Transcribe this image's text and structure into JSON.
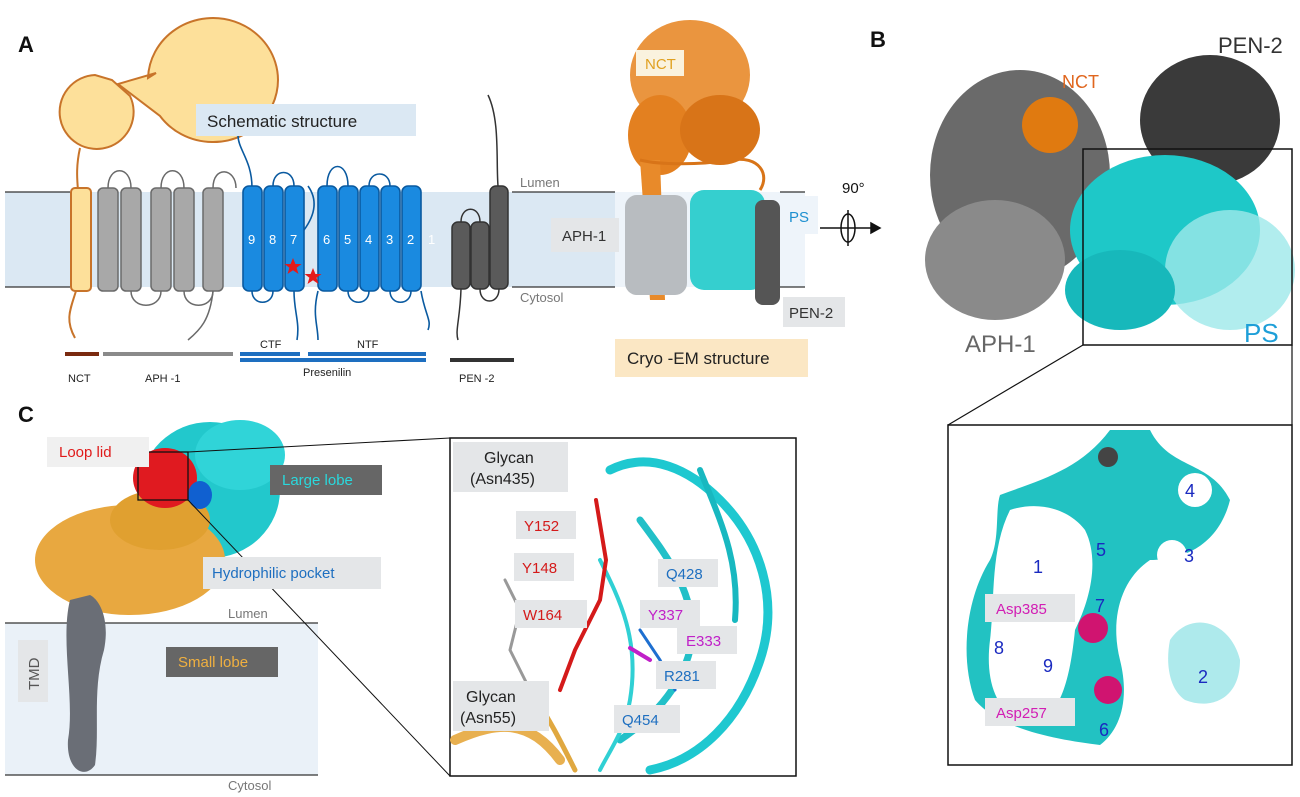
{
  "panels": {
    "a": "A",
    "b": "B",
    "c": "C"
  },
  "panel_a": {
    "schematic_title": "Schematic structure",
    "lumen": "Lumen",
    "cytosol": "Cytosol",
    "tm_numbers": [
      "9",
      "8",
      "7",
      "6",
      "5",
      "4",
      "3",
      "2",
      "1"
    ],
    "bars": {
      "nct": "NCT",
      "aph1": "APH -1",
      "ctf": "CTF",
      "ntf": "NTF",
      "presenilin": "Presenilin",
      "pen2": "PEN -2"
    },
    "cryo": {
      "nct": "NCT",
      "aph1": "APH-1",
      "ps": "PS",
      "pen2": "PEN-2",
      "title": "Cryo -EM structure"
    },
    "rotation": "90°"
  },
  "panel_b": {
    "pen2": "PEN-2",
    "nct": "NCT",
    "aph1": "APH-1",
    "ps": "PS",
    "helix_numbers": [
      "4",
      "1",
      "5",
      "3",
      "7",
      "8",
      "9",
      "2",
      "6"
    ],
    "asp385": "Asp385",
    "asp257": "Asp257"
  },
  "panel_c": {
    "loop_lid": "Loop lid",
    "large_lobe": "Large lobe",
    "hydrophilic": "Hydrophilic   pocket",
    "lumen": "Lumen",
    "small_lobe": "Small lobe",
    "tmd": "TMD",
    "cytosol": "Cytosol",
    "glycan_435_1": "Glycan",
    "glycan_435_2": "(Asn435)",
    "glycan_55_1": "Glycan",
    "glycan_55_2": "(Asn55)",
    "residues": {
      "y152": "Y152",
      "y148": "Y148",
      "w164": "W164",
      "q428": "Q428",
      "y337": "Y337",
      "e333": "E333",
      "r281": "R281",
      "q454": "Q454"
    }
  },
  "colors": {
    "nct": "#f0a040",
    "grey": "#8a8a8a",
    "ps_blue": "#1479c8",
    "cyan": "#1ec8c8",
    "red": "#e01e1e",
    "magenta": "#d21eb4",
    "dark": "#4a4a4a",
    "orange_text": "#e0661e"
  }
}
